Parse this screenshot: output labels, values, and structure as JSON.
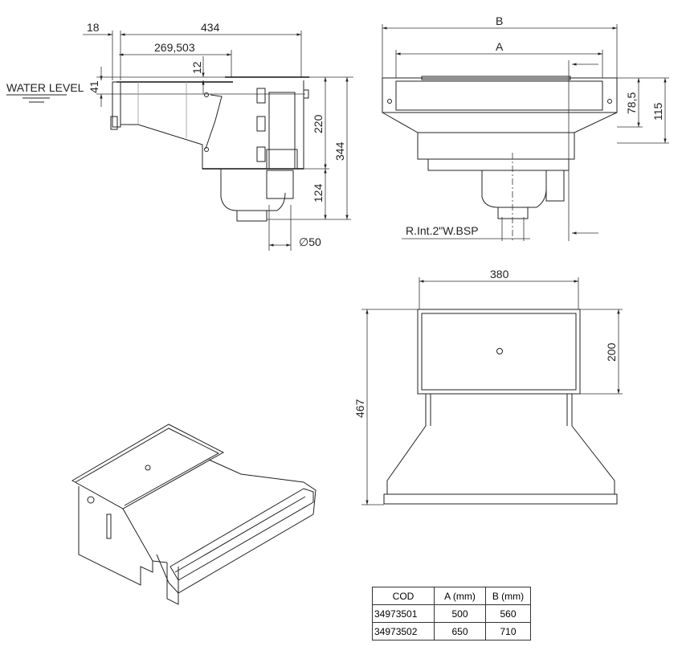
{
  "side_view": {
    "dim_18": "18",
    "dim_434": "434",
    "dim_269": "269,503",
    "dim_12": "12",
    "dim_41": "41",
    "water_level": "WATER LEVEL",
    "dim_220": "220",
    "dim_344": "344",
    "dim_124": "124",
    "dim_d50": "∅50"
  },
  "front_view": {
    "dim_b": "B",
    "dim_a": "A",
    "dim_78": "78,5",
    "dim_115": "115",
    "thread_label": "R.Int.2\"W.BSP"
  },
  "top_view": {
    "dim_380": "380",
    "dim_200": "200",
    "dim_467": "467"
  },
  "table": {
    "headers": [
      "COD",
      "A (mm)",
      "B (mm)"
    ],
    "rows": [
      [
        "34973501",
        "500",
        "560"
      ],
      [
        "34973502",
        "650",
        "710"
      ]
    ]
  }
}
